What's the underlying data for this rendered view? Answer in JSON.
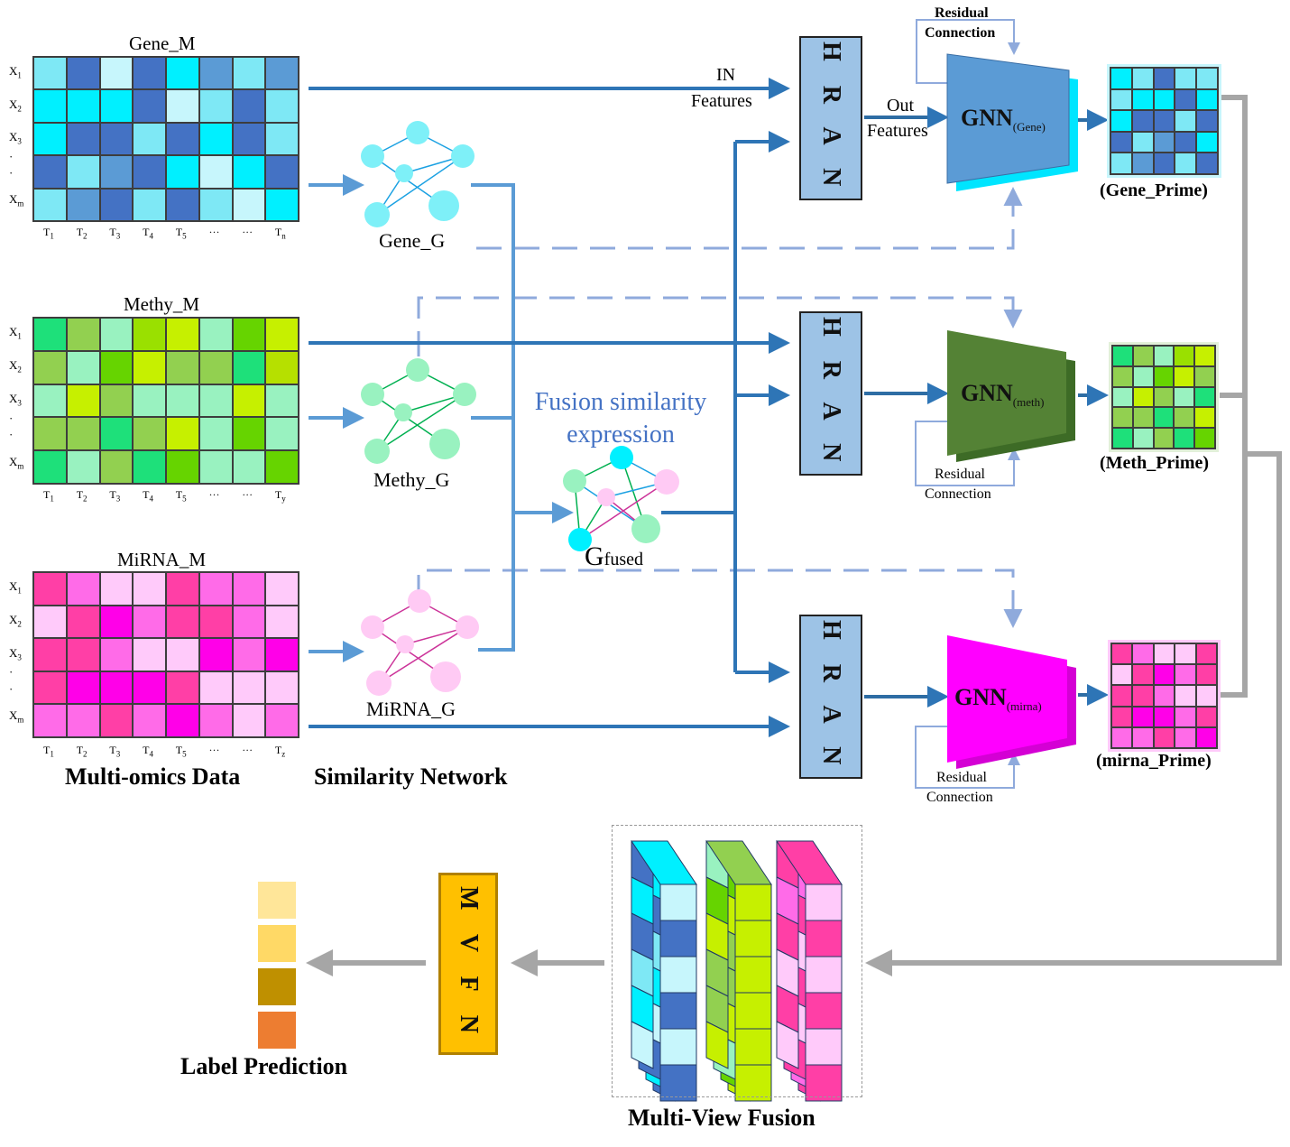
{
  "matrices": {
    "gene": {
      "title": "Gene_M",
      "rows": [
        "X1",
        "X2",
        "X3",
        "·",
        "·",
        "Xm"
      ],
      "cols": [
        "T1",
        "T2",
        "T3",
        "T4",
        "T5",
        "···",
        "···",
        "Tn"
      ],
      "cells": [
        [
          "#7ee8f5",
          "#4472c4",
          "#c7f6fc",
          "#4472c4",
          "#00f0ff",
          "#5b9bd5",
          "#7ee8f5",
          "#5b9bd5"
        ],
        [
          "#00f0ff",
          "#00f0ff",
          "#00f0ff",
          "#4472c4",
          "#c7f6fc",
          "#7ee8f5",
          "#4472c4",
          "#7ee8f5"
        ],
        [
          "#00f0ff",
          "#4472c4",
          "#4472c4",
          "#7ee8f5",
          "#4472c4",
          "#00f0ff",
          "#4472c4",
          "#7ee8f5"
        ],
        [
          "#4472c4",
          "#7ee8f5",
          "#5b9bd5",
          "#4472c4",
          "#00f0ff",
          "#c7f6fc",
          "#00f0ff",
          "#4472c4"
        ],
        [
          "#7ee8f5",
          "#5b9bd5",
          "#4472c4",
          "#7ee8f5",
          "#4472c4",
          "#7ee8f5",
          "#c7f6fc",
          "#00f0ff"
        ]
      ]
    },
    "methy": {
      "title": "Methy_M",
      "rows": [
        "X1",
        "X2",
        "X3",
        "·",
        "·",
        "Xm"
      ],
      "cols": [
        "T1",
        "T2",
        "T3",
        "T4",
        "T5",
        "···",
        "···",
        "Ty"
      ],
      "cells": [
        [
          "#1ee07a",
          "#92d050",
          "#99f2c0",
          "#9ae000",
          "#c6f000",
          "#99f2c0",
          "#66d400",
          "#c6f000"
        ],
        [
          "#92d050",
          "#99f2c0",
          "#66d400",
          "#c6f000",
          "#92d050",
          "#92d050",
          "#1ee07a",
          "#b6e000"
        ],
        [
          "#99f2c0",
          "#c6f000",
          "#92d050",
          "#99f2c0",
          "#99f2c0",
          "#99f2c0",
          "#c6f000",
          "#99f2c0"
        ],
        [
          "#92d050",
          "#92d050",
          "#1ee07a",
          "#92d050",
          "#c6f000",
          "#99f2c0",
          "#66d400",
          "#99f2c0"
        ],
        [
          "#1ee07a",
          "#99f2c0",
          "#92d050",
          "#1ee07a",
          "#66d400",
          "#99f2c0",
          "#99f2c0",
          "#66d400"
        ]
      ]
    },
    "mirna": {
      "title": "MiRNA_M",
      "rows": [
        "X1",
        "X2",
        "X3",
        "·",
        "·",
        "Xm"
      ],
      "cols": [
        "T1",
        "T2",
        "T3",
        "T4",
        "T5",
        "···",
        "···",
        "Tz"
      ],
      "cells": [
        [
          "#ff3fa6",
          "#ff6be8",
          "#ffcafa",
          "#ffcafa",
          "#ff3fa6",
          "#ff6be8",
          "#ff6be8",
          "#ffcafa"
        ],
        [
          "#ffcafa",
          "#ff3fa6",
          "#ff00e8",
          "#ff6be8",
          "#ff3fa6",
          "#ff3fa6",
          "#ff6be8",
          "#ffcafa"
        ],
        [
          "#ff3fa6",
          "#ff3fa6",
          "#ff6be8",
          "#ffcafa",
          "#ffcafa",
          "#ff00e8",
          "#ff6be8",
          "#ff00e8"
        ],
        [
          "#ff3fa6",
          "#ff00e8",
          "#ff00e8",
          "#ff00e8",
          "#ff3fa6",
          "#ffcafa",
          "#ffcafa",
          "#ffcafa"
        ],
        [
          "#ff6be8",
          "#ff6be8",
          "#ff3fa6",
          "#ff6be8",
          "#ff00e8",
          "#ff6be8",
          "#ffcafa",
          "#ff6be8"
        ]
      ]
    }
  },
  "similarity": {
    "gene_label": "Gene_G",
    "methy_label": "Methy_G",
    "mirna_label": "MiRNA_G",
    "fusion_title_1": "Fusion similarity",
    "fusion_title_2": "expression",
    "fused_label_main": "G",
    "fused_label_sub": "fused"
  },
  "hran": {
    "letters": "H R A N"
  },
  "gnn": {
    "gene": {
      "main": "GNN",
      "sub": "(Gene)"
    },
    "meth": {
      "main": "GNN",
      "sub": "(meth)"
    },
    "mirna": {
      "main": "GNN",
      "sub": "(mirna)"
    }
  },
  "edge_labels": {
    "in_1": "IN",
    "in_2": "Features",
    "out_1": "Out",
    "out_2": "Features",
    "residual_1": "Residual",
    "residual_2": "Connection"
  },
  "primes": {
    "gene": {
      "label": "(Gene_Prime)",
      "cells": [
        [
          "#00f0ff",
          "#7ee8f5",
          "#4472c4",
          "#7ee8f5",
          "#7ee8f5"
        ],
        [
          "#7ee8f5",
          "#00f0ff",
          "#00f0ff",
          "#4472c4",
          "#00f0ff"
        ],
        [
          "#00f0ff",
          "#4472c4",
          "#4472c4",
          "#7ee8f5",
          "#4472c4"
        ],
        [
          "#4472c4",
          "#7ee8f5",
          "#5b9bd5",
          "#4472c4",
          "#00f0ff"
        ],
        [
          "#7ee8f5",
          "#5b9bd5",
          "#4472c4",
          "#7ee8f5",
          "#4472c4"
        ]
      ]
    },
    "meth": {
      "label": "(Meth_Prime)",
      "cells": [
        [
          "#1ee07a",
          "#92d050",
          "#99f2c0",
          "#9ae000",
          "#c6f000"
        ],
        [
          "#92d050",
          "#99f2c0",
          "#66d400",
          "#c6f000",
          "#92d050"
        ],
        [
          "#99f2c0",
          "#c6f000",
          "#92d050",
          "#99f2c0",
          "#1ee07a"
        ],
        [
          "#92d050",
          "#92d050",
          "#1ee07a",
          "#92d050",
          "#c6f000"
        ],
        [
          "#1ee07a",
          "#99f2c0",
          "#92d050",
          "#1ee07a",
          "#66d400"
        ]
      ]
    },
    "mirna": {
      "label": "(mirna_Prime)",
      "cells": [
        [
          "#ff3fa6",
          "#ff6be8",
          "#ffcafa",
          "#ffcafa",
          "#ff3fa6"
        ],
        [
          "#ffcafa",
          "#ff3fa6",
          "#ff00e8",
          "#ff6be8",
          "#ff3fa6"
        ],
        [
          "#ff3fa6",
          "#ff3fa6",
          "#ff6be8",
          "#ffcafa",
          "#ffcafa"
        ],
        [
          "#ff3fa6",
          "#ff00e8",
          "#ff00e8",
          "#ff6be8",
          "#ff3fa6"
        ],
        [
          "#ff6be8",
          "#ff6be8",
          "#ff3fa6",
          "#ff6be8",
          "#ff00e8"
        ]
      ]
    }
  },
  "section_labels": {
    "multi_omics": "Multi-omics Data",
    "similarity_network": "Similarity Network",
    "multi_view_fusion": "Multi-View Fusion",
    "label_prediction": "Label Prediction"
  },
  "mvfn": {
    "letters": "M V F N"
  },
  "label_colors": [
    "#ffe699",
    "#ffd966",
    "#bf9000",
    "#ed7d31"
  ],
  "colors": {
    "arrow_blue": "#2e75b6",
    "arrow_light": "#5b9bd5",
    "dashed_light": "#8faadc",
    "arrow_gray": "#a6a6a6",
    "hran_fill": "#9dc3e6",
    "gnn_gene": "#5b9bd5",
    "gnn_meth": "#548235",
    "gnn_mirna": "#ff00ff",
    "fusion_title": "#4472c4",
    "mvfn_fill": "#ffc000"
  }
}
